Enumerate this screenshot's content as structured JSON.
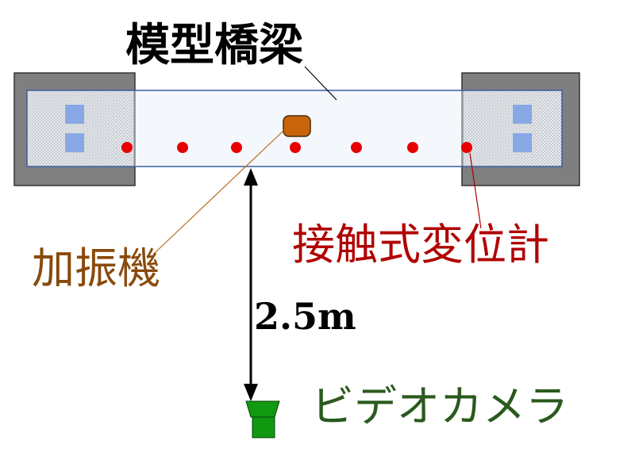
{
  "labels": {
    "title": "模型橋梁",
    "sensor": "接触式変位計",
    "shaker": "加振機",
    "distance": "2.5m",
    "camera": "ビデオカメラ"
  },
  "colors": {
    "support_block": "#7f7f7f",
    "hatch_bg": "#d8d8d8",
    "bolt": "#3b6fd8",
    "deck_fill": "#e6edf6",
    "deck_stroke": "#3a5fa0",
    "sensor_dot": "#e60000",
    "shaker": "#c8640c",
    "camera": "#119911",
    "sensor_leader": "#b00000",
    "shaker_leader": "#b86a1c"
  },
  "icons": [
    "support-block-left",
    "support-block-right",
    "shaker-icon",
    "sensor-dot",
    "camera-icon",
    "distance-arrow"
  ]
}
